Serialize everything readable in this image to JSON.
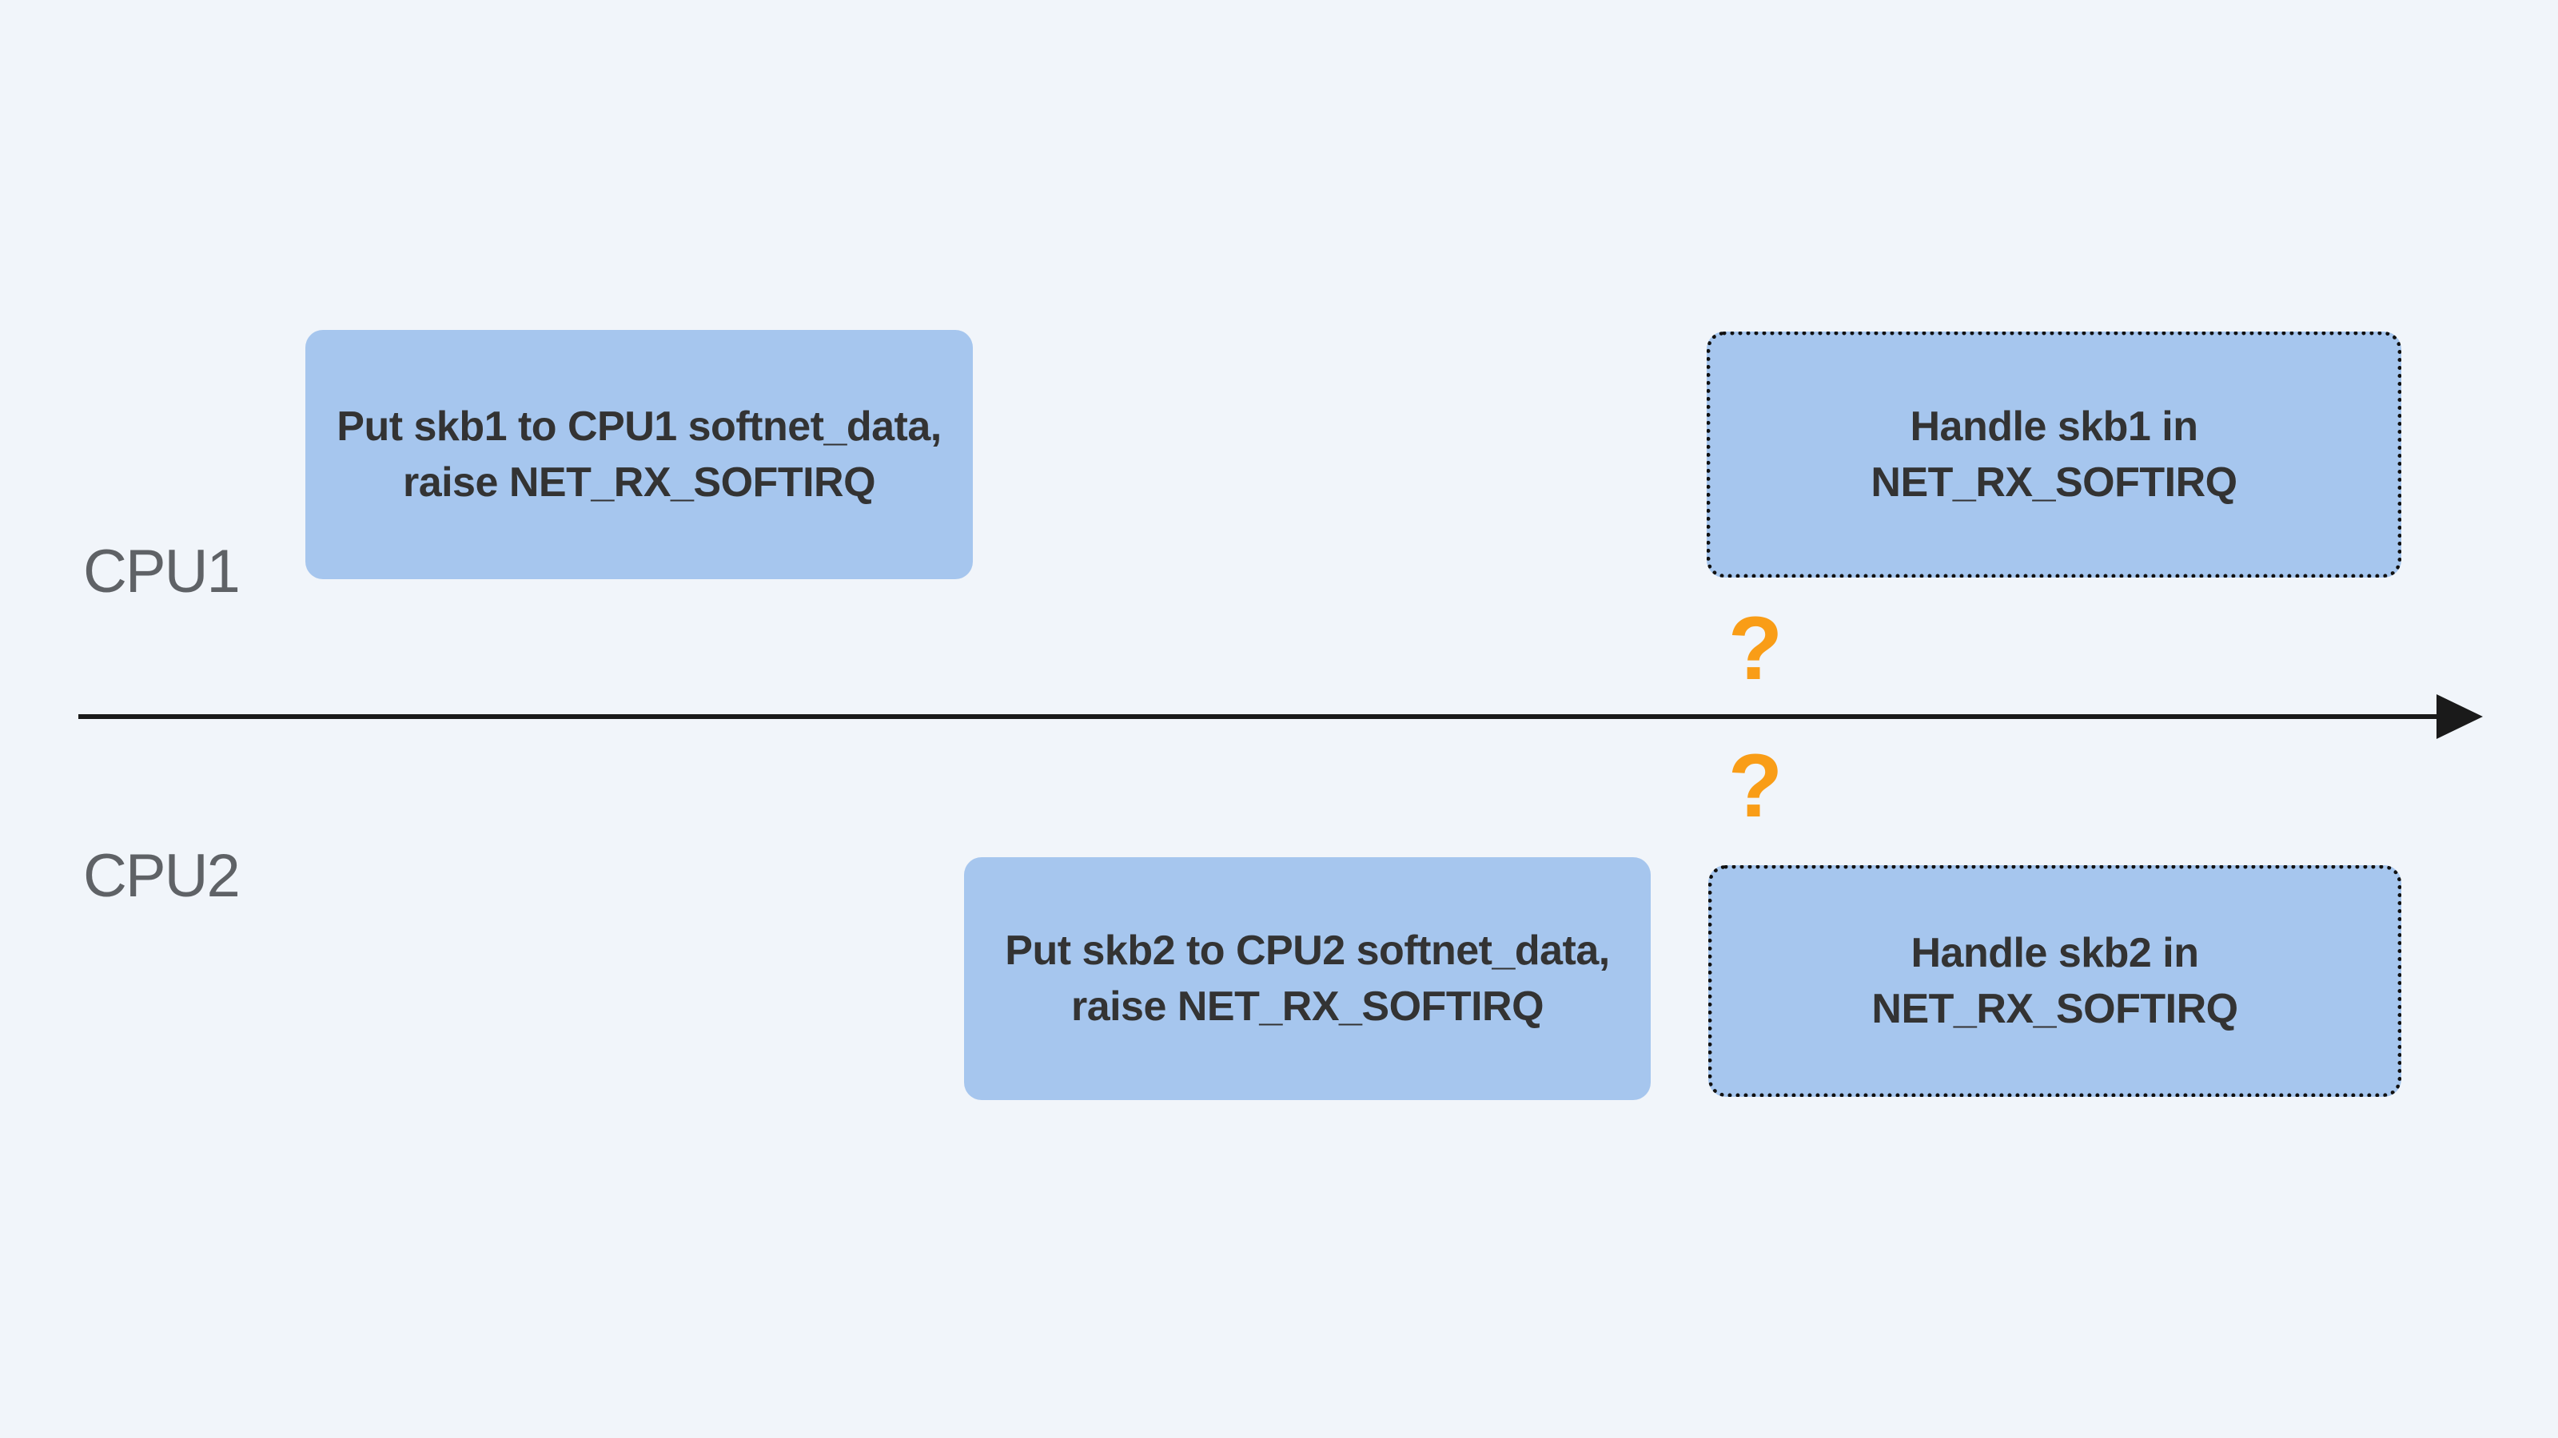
{
  "diagram": {
    "title_semantics": "Two CPUs raising and handling NET_RX_SOFTIRQ on a shared timeline",
    "lanes": [
      {
        "label": "CPU1"
      },
      {
        "label": "CPU2"
      }
    ],
    "boxes": [
      {
        "id": "put-skb1",
        "style": "solid",
        "line1": "Put skb1 to CPU1 softnet_data,",
        "line2": "raise NET_RX_SOFTIRQ"
      },
      {
        "id": "handle-skb1",
        "style": "dotted",
        "line1": "Handle skb1 in",
        "line2": "NET_RX_SOFTIRQ"
      },
      {
        "id": "put-skb2",
        "style": "solid",
        "line1": "Put skb2 to CPU2 softnet_data,",
        "line2": "raise NET_RX_SOFTIRQ"
      },
      {
        "id": "handle-skb2",
        "style": "dotted",
        "line1": "Handle skb2 in",
        "line2": "NET_RX_SOFTIRQ"
      }
    ],
    "question_mark": "?"
  },
  "colors": {
    "bg": "#f1f5fa",
    "box-fill": "#a6c6ee",
    "box-text": "#333333",
    "cpu-label": "#5f6266",
    "timeline": "#1a1a1a",
    "accent": "#f99d17",
    "dotted-border": "#111111"
  }
}
